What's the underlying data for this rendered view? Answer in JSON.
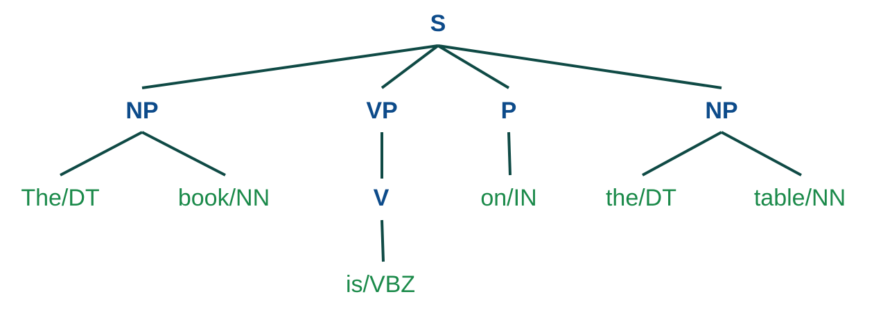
{
  "tree": {
    "nodes": [
      {
        "id": "s",
        "label": "S",
        "kind": "nonterminal"
      },
      {
        "id": "np1",
        "label": "NP",
        "kind": "nonterminal"
      },
      {
        "id": "vp",
        "label": "VP",
        "kind": "nonterminal"
      },
      {
        "id": "p",
        "label": "P",
        "kind": "nonterminal"
      },
      {
        "id": "np2",
        "label": "NP",
        "kind": "nonterminal"
      },
      {
        "id": "w_the1",
        "label": "The/DT",
        "kind": "terminal"
      },
      {
        "id": "w_book",
        "label": "book/NN",
        "kind": "terminal"
      },
      {
        "id": "v",
        "label": "V",
        "kind": "nonterminal"
      },
      {
        "id": "w_on",
        "label": "on/IN",
        "kind": "terminal"
      },
      {
        "id": "w_the2",
        "label": "the/DT",
        "kind": "terminal"
      },
      {
        "id": "w_table",
        "label": "table/NN",
        "kind": "terminal"
      },
      {
        "id": "w_is",
        "label": "is/VBZ",
        "kind": "terminal"
      }
    ],
    "edges": [
      [
        "s",
        "np1"
      ],
      [
        "s",
        "vp"
      ],
      [
        "s",
        "p"
      ],
      [
        "s",
        "np2"
      ],
      [
        "np1",
        "w_the1"
      ],
      [
        "np1",
        "w_book"
      ],
      [
        "vp",
        "v"
      ],
      [
        "p",
        "w_on"
      ],
      [
        "np2",
        "w_the2"
      ],
      [
        "np2",
        "w_table"
      ],
      [
        "v",
        "w_is"
      ]
    ]
  }
}
